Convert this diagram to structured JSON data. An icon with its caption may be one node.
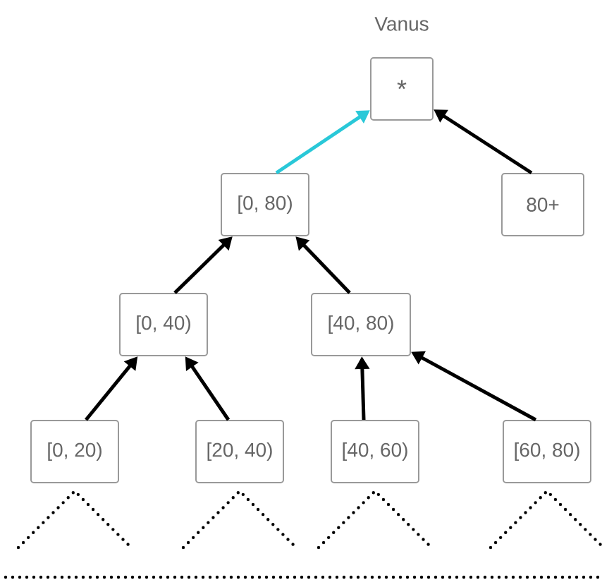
{
  "diagram": {
    "title": "Vanus",
    "nodes": [
      {
        "text": [
          "*"
        ]
      },
      {
        "text": [
          "[0, 80)"
        ]
      },
      {
        "text": [
          "80+"
        ]
      },
      {
        "text": [
          "[0, 40)"
        ]
      },
      {
        "text": [
          "[40, 80)"
        ]
      },
      {
        "text": [
          "[0, 20)"
        ]
      },
      {
        "text": [
          "[20, 40)"
        ]
      },
      {
        "text": [
          "[40, 60)"
        ]
      },
      {
        "text": [
          "[60, 80)"
        ]
      }
    ],
    "edges": [
      {
        "from": 1,
        "to": 0,
        "arrow": "to",
        "color": "#29c8d8"
      },
      {
        "from": 2,
        "to": 0,
        "arrow": "to"
      },
      {
        "from": 3,
        "to": 1,
        "arrow": "to"
      },
      {
        "from": 4,
        "to": 1,
        "arrow": "to"
      },
      {
        "from": 5,
        "to": 3,
        "arrow": "to"
      },
      {
        "from": 6,
        "to": 3,
        "arrow": "to"
      },
      {
        "from": 7,
        "to": 4,
        "arrow": "to"
      },
      {
        "from": 8,
        "to": 4,
        "arrow": "to"
      }
    ]
  }
}
